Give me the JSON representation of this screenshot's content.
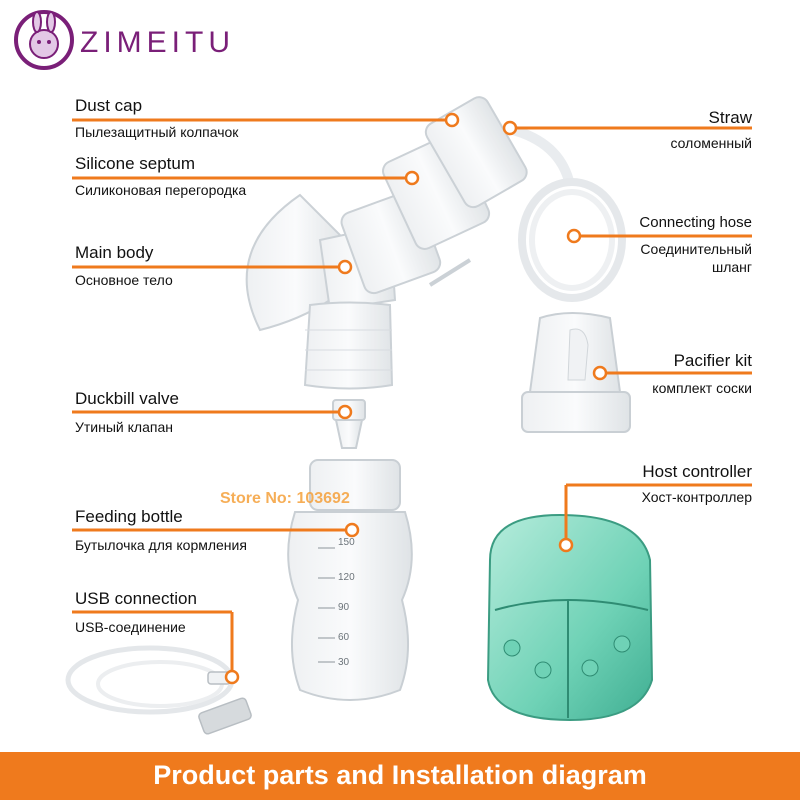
{
  "brand": {
    "name": "ZIMEITU"
  },
  "watermark": "Store No: 103692",
  "banner": "Product parts and Installation diagram",
  "accent_color": "#ef7a1d",
  "brand_color": "#7a1f78",
  "parts": {
    "dust_cap": {
      "en": "Dust cap",
      "ru": "Пылезащитный колпачок"
    },
    "silicone_septum": {
      "en": "Silicone septum",
      "ru": "Силиконовая перегородка"
    },
    "main_body": {
      "en": "Main body",
      "ru": "Основное тело"
    },
    "duckbill_valve": {
      "en": "Duckbill valve",
      "ru": "Утиный клапан"
    },
    "feeding_bottle": {
      "en": "Feeding bottle",
      "ru": "Бутылочка для кормления"
    },
    "usb_connection": {
      "en": "USB connection",
      "ru": "USB-соединение"
    },
    "straw": {
      "en": "Straw",
      "ru": "соломенный"
    },
    "connecting_hose": {
      "en": "Connecting hose",
      "ru1": "Соединительный",
      "ru2": "шланг"
    },
    "pacifier_kit": {
      "en": "Pacifier kit",
      "ru": "комплект соски"
    },
    "host_controller": {
      "en": "Host controller",
      "ru": "Хост-контроллер"
    }
  },
  "bottle_marks": [
    "150",
    "120",
    "90",
    "60",
    "30"
  ]
}
